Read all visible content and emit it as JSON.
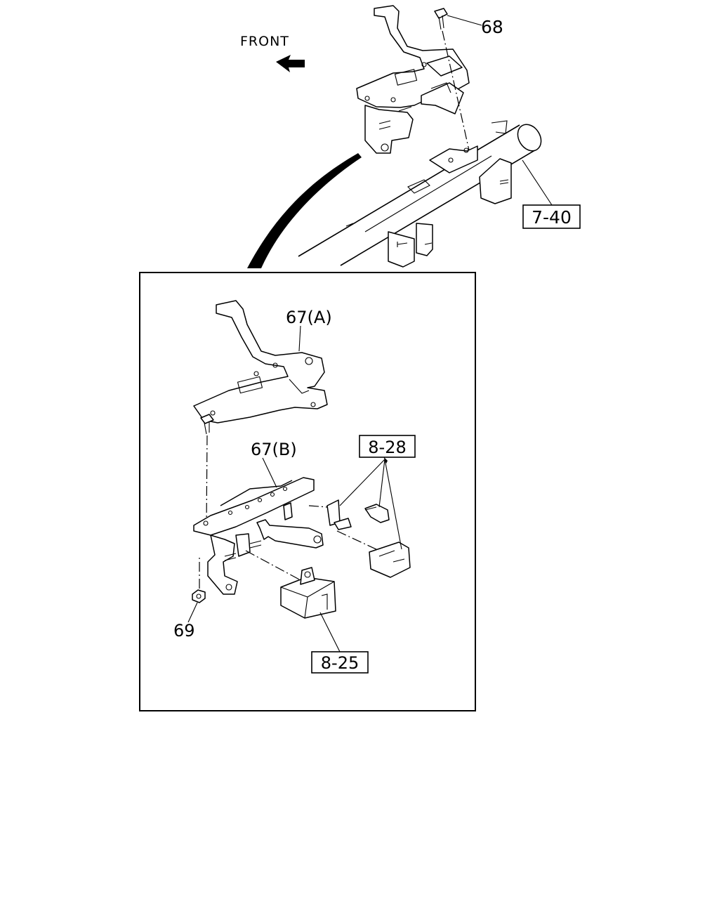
{
  "diagram": {
    "front_label": "FRONT",
    "callouts": {
      "c68": "68",
      "c7_40": "7-40",
      "c67a": "67(A)",
      "c67b": "67(B)",
      "c8_28": "8-28",
      "c69": "69",
      "c8_25": "8-25"
    }
  }
}
